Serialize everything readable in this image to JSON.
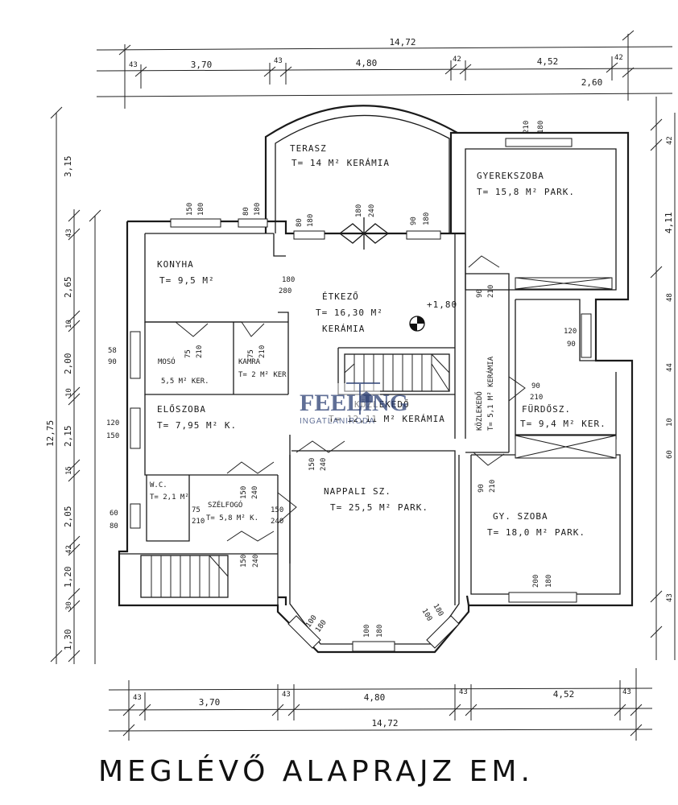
{
  "title": "MEGLÉVŐ ALAPRAJZ EM.",
  "watermark": {
    "brand": "FEELING",
    "sub": "INGATLANIRODA",
    "color": "#2c3f73"
  },
  "top_dims": {
    "total": "14,72",
    "d1": "3,70",
    "d2": "4,80",
    "d3": "4,52",
    "w43": "43",
    "w42a": "42",
    "w42b": "42",
    "extra": "2,60"
  },
  "bottom_dims": {
    "total": "14,72",
    "d1": "3,70",
    "d2": "4,80",
    "d3": "4,52",
    "a": "43",
    "b": "43",
    "c": "43",
    "d": "43"
  },
  "left_dims": {
    "total": "12,75",
    "d315": "3,15",
    "d43": "43",
    "d265": "2,65",
    "d10a": "10",
    "d200": "2,00",
    "d10b": "10",
    "d215": "2,15",
    "d15": "15",
    "d205": "2,05",
    "d42": "42",
    "d120": "1,20",
    "d30": "30",
    "d130": "1,30"
  },
  "right_dims": {
    "r42": "42",
    "r411": "4,11",
    "r48": "48",
    "r44": "44",
    "r10": "10",
    "r60": "60",
    "r43": "43"
  },
  "rooms": {
    "terasz_name": "TERASZ",
    "terasz_area": "T= 14 M² KERÁMIA",
    "gyerek_name": "GYEREKSZOBA",
    "gyerek_area": "T= 15,8 M² PARK.",
    "konyha_name": "KONYHA",
    "konyha_area": "T= 9,5 M²",
    "etkezo_name": "ÉTKEZŐ",
    "etkezo_area": "T= 16,30 M²",
    "etkezo_floor": "KERÁMIA",
    "level_mark": "+1,80",
    "mosdo_name": "MOSÓ",
    "mosdo_area": "5,5 M² KER.",
    "kamra_name": "KAMRA",
    "kamra_area": "T= 2 M² KER",
    "kozlek_name": "KÖZLEKEDŐ",
    "kozlek_area": "T= 5,1 M² KERÁMIA",
    "furdo_name": "FÜRDŐSZ.",
    "furdo_area": "T= 9,4 M² KER.",
    "eloszoba_name": "ELŐSZOBA",
    "eloszoba_area": "T= 7,95 M² K.",
    "kozlekedo2_name": "KÖZLEKEDŐ",
    "kozlekedo2_area": "T= 12,11 M² KERÁMIA",
    "wc_name": "W.C.",
    "wc_area": "T= 2,1 M²",
    "szelfogo_name": "SZÉLFOGÓ",
    "szelfogo_area": "T= 5,8 M² K.",
    "nappali_name": "NAPPALI SZ.",
    "nappali_area": "T= 25,5 M² PARK.",
    "gyszoba_name": "GY. SZOBA",
    "gyszoba_area": "T= 18,0 M² PARK."
  },
  "openings": {
    "o1": "150",
    "o1b": "180",
    "o2": "80",
    "o2b": "180",
    "o3": "80",
    "o3b": "180",
    "o4": "180",
    "o4b": "240",
    "o5": "90",
    "o5b": "180",
    "o6": "210",
    "o6b": "180",
    "o7": "180",
    "o7b": "280",
    "o8": "75",
    "o8b": "210",
    "o9": "75",
    "o9b": "210",
    "o10": "58",
    "o10b": "90",
    "o11": "120",
    "o11b": "150",
    "o12": "60",
    "o12b": "80",
    "o13": "90",
    "o13b": "210",
    "o14": "120",
    "o14b": "90",
    "o15": "90",
    "o15b": "210",
    "o16": "150",
    "o16b": "240",
    "o17": "150",
    "o17b": "240",
    "o18": "75",
    "o18b": "210",
    "o19": "150",
    "o19b": "240",
    "o20": "150",
    "o20b": "240",
    "o21": "90",
    "o21b": "210",
    "o22": "200",
    "o22b": "180",
    "o23": "100",
    "o23b": "180",
    "o24": "100",
    "o24b": "180",
    "o25": "100",
    "o25b": "180",
    "o26": "90",
    "o26b": "210"
  }
}
